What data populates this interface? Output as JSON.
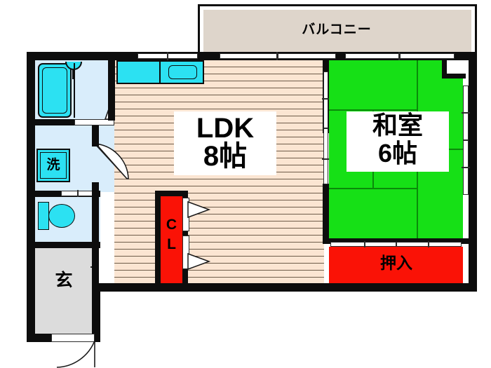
{
  "plan": {
    "type": "japanese-apartment-floor-plan",
    "layout_name": "1LDK",
    "rooms": [
      {
        "id": "balcony",
        "label": "バルコニー",
        "romaji": "Balcony",
        "color": "#ded5cb"
      },
      {
        "id": "ldk",
        "label": "LDK",
        "size_label": "8帖",
        "color": "#fbe5d2"
      },
      {
        "id": "washitsu",
        "label": "和室",
        "size_label": "6帖",
        "color": "#16e016"
      },
      {
        "id": "oshiire",
        "label": "押入",
        "romaji": "Closet",
        "color": "#fa1206"
      },
      {
        "id": "closet",
        "label_line1": "C",
        "label_line2": "L",
        "romaji": "Closet",
        "color": "#fa1206"
      },
      {
        "id": "genkan",
        "label": "玄",
        "romaji": "Entrance",
        "color": "#dcdcdc"
      },
      {
        "id": "washroom",
        "label": "洗",
        "romaji": "Laundry",
        "color": "#2ce1f2"
      },
      {
        "id": "bath",
        "label": "",
        "romaji": "Bathroom",
        "color": "#d9edfb"
      },
      {
        "id": "toilet",
        "label": "",
        "romaji": "Toilet",
        "color": "#d9edfb"
      }
    ],
    "fixtures": [
      {
        "name": "bathtub",
        "icon": "bathtub-icon"
      },
      {
        "name": "shower-head",
        "icon": "shower-head-icon"
      },
      {
        "name": "washing-machine",
        "icon": "washing-machine-icon"
      },
      {
        "name": "toilet-bowl",
        "icon": "toilet-icon"
      },
      {
        "name": "kitchen-sink",
        "icon": "sink-icon"
      },
      {
        "name": "stove",
        "icon": "stove-icon"
      }
    ],
    "colors": {
      "wall": "#0d0d0d",
      "wood_floor": "#fbe5d2",
      "tatami": "#16e016",
      "closet_red": "#fa1206",
      "water_area": "#d9edfb",
      "fixture_cyan": "#2ce1f2",
      "genkan_gray": "#dcdcdc",
      "balcony_beige": "#ded5cb"
    }
  }
}
